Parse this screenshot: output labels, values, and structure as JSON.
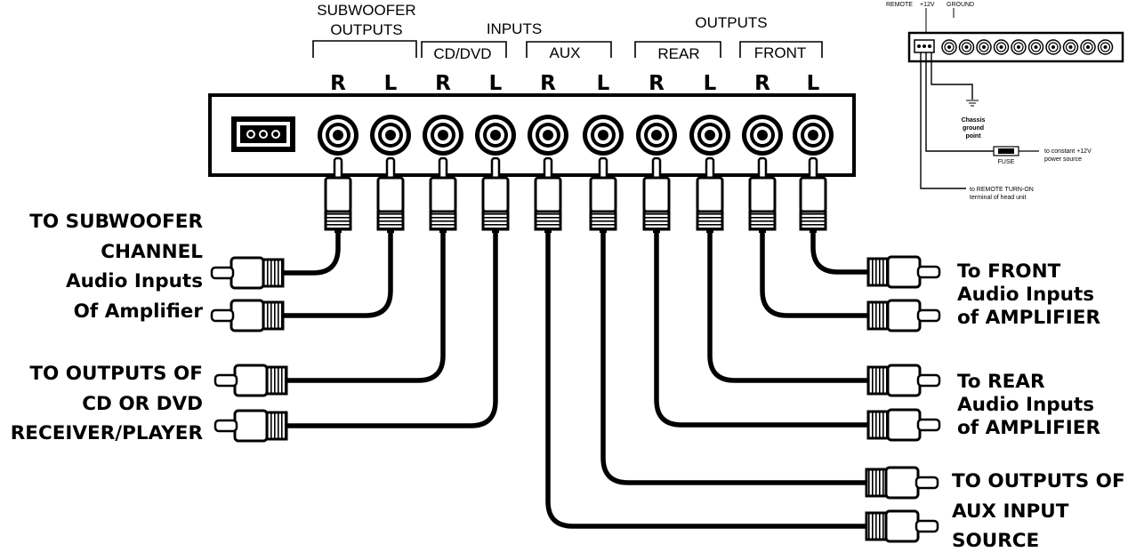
{
  "headers": {
    "subwoofer_outputs_line1": "SUBWOOFER",
    "subwoofer_outputs_line2": "OUTPUTS",
    "inputs": "INPUTS",
    "outputs": "OUTPUTS",
    "cd_dvd": "CD/DVD",
    "aux": "AUX",
    "rear": "REAR",
    "front": "FRONT"
  },
  "channel_labels": [
    "R",
    "L",
    "R",
    "L",
    "R",
    "L",
    "R",
    "L",
    "R",
    "L"
  ],
  "left_labels": {
    "subwoofer": [
      "TO SUBWOOFER",
      "CHANNEL",
      "Audio Inputs",
      "Of Amplifier"
    ],
    "cd": [
      "TO OUTPUTS OF",
      "CD OR DVD",
      "RECEIVER/PLAYER"
    ]
  },
  "right_labels": {
    "front": [
      "To FRONT",
      "Audio Inputs",
      "of AMPLIFIER"
    ],
    "rear": [
      "To REAR",
      "Audio Inputs",
      "of AMPLIFIER"
    ],
    "aux": [
      "TO OUTPUTS OF",
      "AUX INPUT",
      "SOURCE"
    ]
  },
  "power_inset": {
    "remote": "REMOTE",
    "plus12v": "+12V",
    "ground": "GROUND",
    "chassis": [
      "Chassis",
      "ground",
      "point"
    ],
    "fuse": "FUSE",
    "constant": [
      "to constant +12V",
      "power source"
    ],
    "remote_turn_on": [
      "to REMOTE TURN-ON",
      "terminal of head unit"
    ]
  }
}
